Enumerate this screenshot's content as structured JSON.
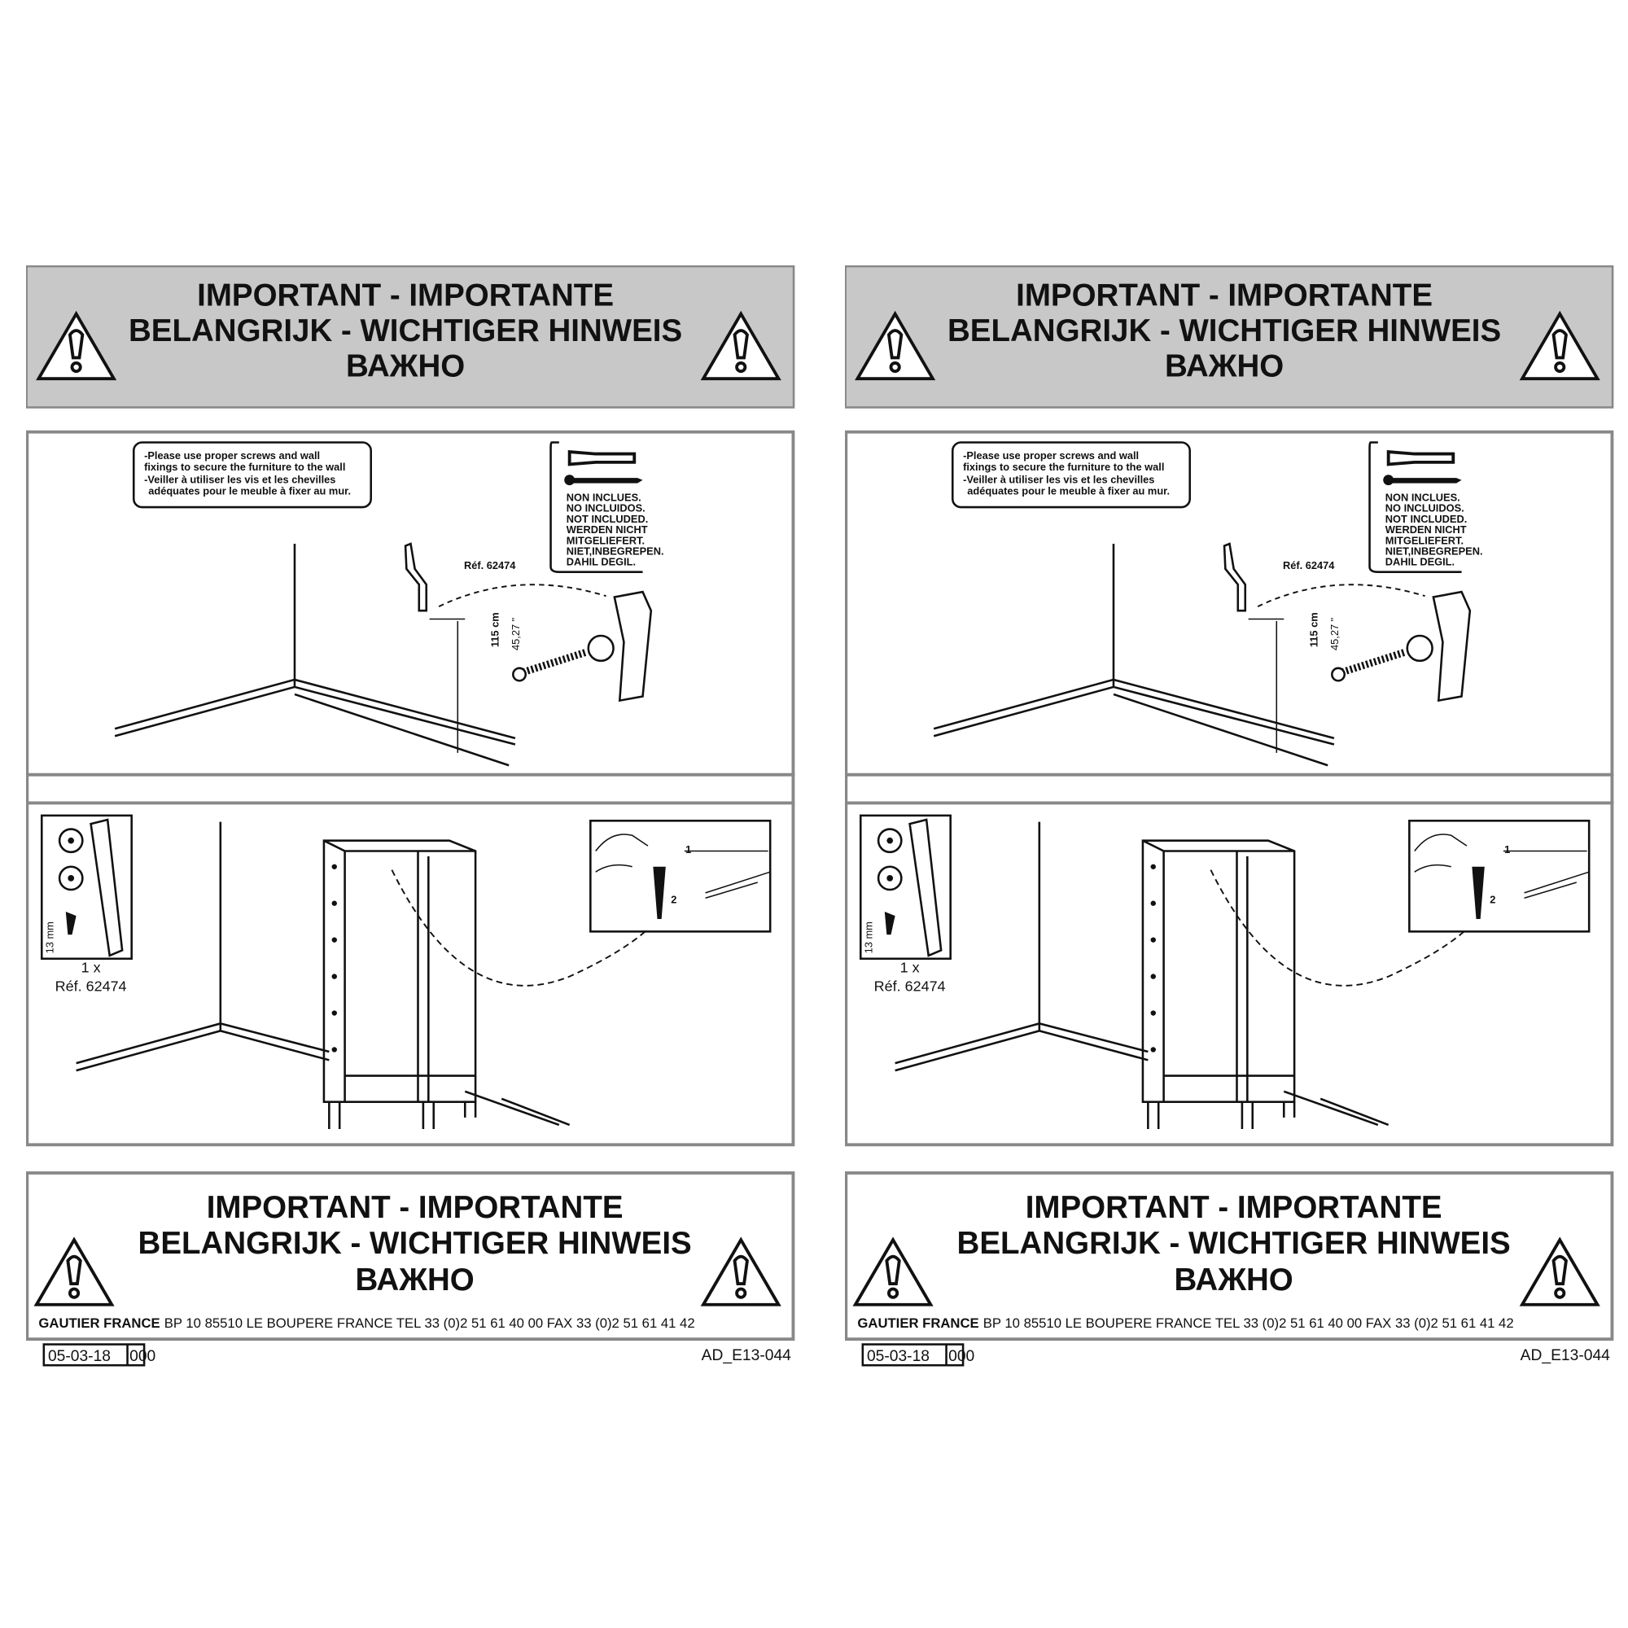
{
  "header": {
    "line1": "IMPORTANT - IMPORTANTE",
    "line2": "BELANGRIJK - WICHTIGER HINWEIS",
    "line3": "ВАЖНО"
  },
  "step1": {
    "note_line1": "-Please use proper screws and wall",
    "note_line2": "fixings to secure the furniture to the wall",
    "note_line3": "-Veiller à utiliser les vis et les chevilles",
    "note_line4": "adéquates pour le meuble à fixer au mur.",
    "not_included": [
      "NON INCLUES.",
      "NO INCLUIDOS.",
      "NOT INCLUDED.",
      "WERDEN NICHT",
      "MITGELIEFERT.",
      "NIET,INBEGREPEN.",
      "DAHIL DEGIL."
    ],
    "ref": "Réf. 62474",
    "height_cm": "115 cm",
    "height_in": "45,27 \""
  },
  "step2": {
    "screw_length": "13 mm",
    "qty": "1 x",
    "ref": "Réf. 62474",
    "callout_1": "1",
    "callout_2": "2"
  },
  "footer": {
    "company": "GAUTIER FRANCE",
    "address": "BP 10    85510 LE BOUPERE FRANCE TEL 33 (0)2 51 61 40 00 FAX 33 (0)2 51 61 41 42",
    "date": "05-03-18",
    "revision": "000",
    "doc_code": "AD_E13-044"
  }
}
